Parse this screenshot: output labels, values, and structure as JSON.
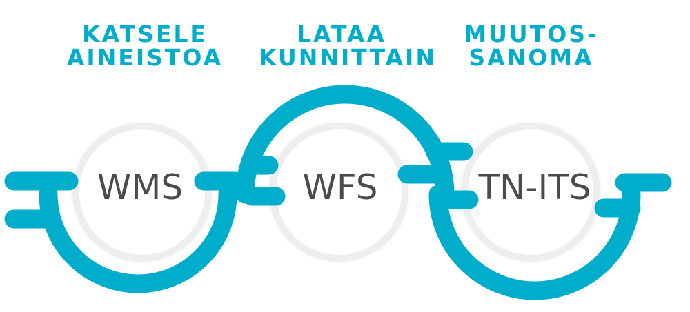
{
  "columns": [
    {
      "title_lines": [
        "KATSELE",
        "AINEISTOA"
      ],
      "service": "WMS"
    },
    {
      "title_lines": [
        "LATAA",
        "KUNNITTAIN"
      ],
      "service": "WFS"
    },
    {
      "title_lines": [
        "MUUTOS-",
        "SANOMA"
      ],
      "service": "TN-ITS"
    }
  ],
  "colors": {
    "accent": "#00aecb",
    "text": "#4b4b4b",
    "ring": "#eeeeee"
  }
}
